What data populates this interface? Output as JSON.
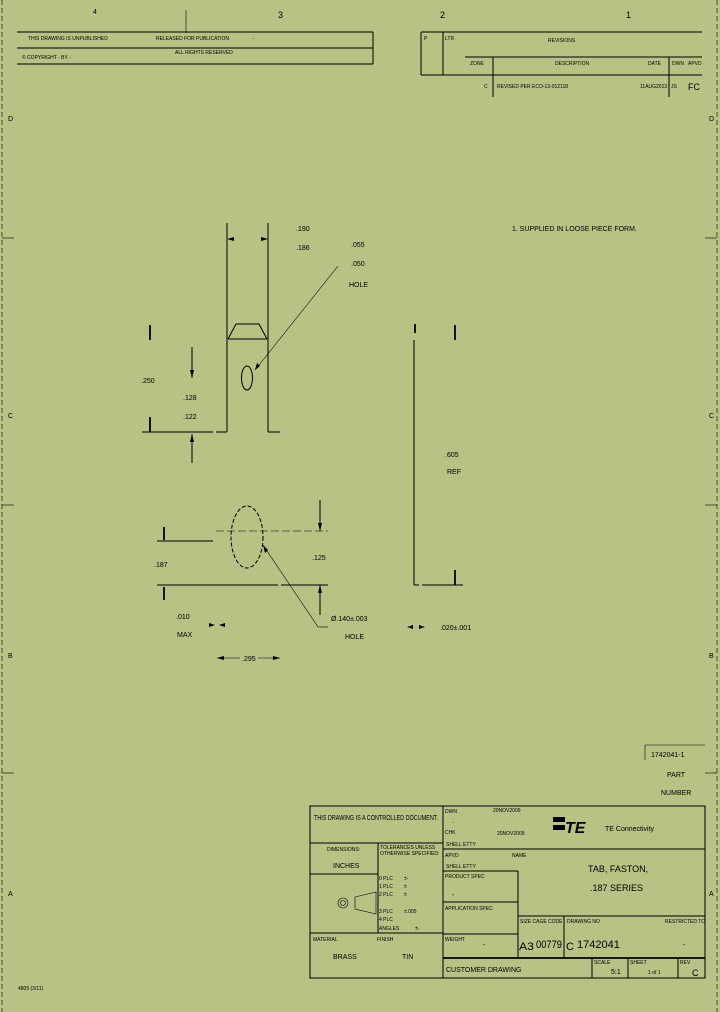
{
  "sheet": {
    "background": "#b9c185",
    "zones_top": [
      "4",
      "3",
      "2",
      "1"
    ],
    "zones_side": [
      "D",
      "C",
      "B",
      "A"
    ],
    "form_number": "4805 (3/11)"
  },
  "header": {
    "unpublished": "THIS DRAWING IS UNPUBLISHED",
    "released": "RELEASED FOR PUBLICATION",
    "released_value": "-",
    "copyright": "© COPYRIGHT  -  BY  -",
    "rights": "ALL RIGHTS RESERVED"
  },
  "revisions": {
    "title": "REVISIONS",
    "col_p": "P",
    "col_ltr": "LTR",
    "col_zone": "ZONE",
    "col_desc": "DESCRIPTION",
    "col_date": "DATE",
    "col_dwn": "DWN",
    "col_apvd": "APVD",
    "rows": [
      {
        "ltr": "C",
        "desc": "REVISED PER ECO-13-012118",
        "date": "11AUG2013",
        "dwn": "JS",
        "apvd": "FC"
      }
    ]
  },
  "drawing": {
    "note": "1. SUPPLIED IN LOOSE PIECE FORM.",
    "dims": {
      "width_max": ".190",
      "width_min": ".186",
      "hole_max": ".055",
      "hole_min": ".050",
      "hole_label": "HOLE",
      "tab_len": ".250",
      "hole_pos_max": ".128",
      "hole_pos_min": ".122",
      "overall": ".605",
      "overall_ref": "REF",
      "width_187": ".187",
      "dimple": ".125",
      "burr": ".010",
      "burr_max": "MAX",
      "dimple_dia": "Ø.140±.003",
      "dimple_label": "HOLE",
      "thickness": ".020±.001",
      "dimple_len": ".295"
    }
  },
  "part_number": {
    "value": "1742041-1",
    "label1": "PART",
    "label2": "NUMBER"
  },
  "title_block": {
    "controlled": "THIS DRAWING IS A CONTROLLED DOCUMENT.",
    "dimensions_label": "DIMENSIONS:",
    "dimensions_value": "INCHES",
    "tolerances_label": "TOLERANCES UNLESS OTHERWISE SPECIFIED:",
    "tolerances": [
      {
        "k": "0 PLC",
        "v": "±-"
      },
      {
        "k": "1 PLC",
        "v": "±"
      },
      {
        "k": "2 PLC",
        "v": "±"
      },
      {
        "k": "3 PLC",
        "v": "±.005"
      },
      {
        "k": "4 PLC",
        "v": ""
      },
      {
        "k": "ANGLES",
        "v": "±-"
      }
    ],
    "material_label": "MATERIAL",
    "material": "BRASS",
    "finish_label": "FINISH",
    "finish": "TIN",
    "dwn_label": "DWN",
    "dwn_date": "20NOV2009",
    "dwn_name": "-",
    "chk_label": "CHK",
    "chk_date": "20NOV2009",
    "chk_name": "SHELL ETTY",
    "apvd_label": "APVD",
    "apvd_name": "SHELL ETTY",
    "product_spec_label": "PRODUCT SPEC",
    "product_spec": "-",
    "application_spec_label": "APPLICATION SPEC",
    "weight_label": "WEIGHT",
    "weight": "-",
    "company": "TE Connectivity",
    "logo_text": "TE",
    "name_label": "NAME",
    "name_line1": "TAB, FASTON,",
    "name_line2": ".187 SERIES",
    "size_cage_label": "SIZE  CAGE CODE",
    "size": "A3",
    "cage": "00779",
    "dwg_label": "DRAWING NO",
    "rev_c": "C",
    "dwg_no": "1742041",
    "restricted_label": "RESTRICTED TO",
    "restricted": "-",
    "customer_drawing": "CUSTOMER DRAWING",
    "scale_label": "SCALE",
    "scale": "5:1",
    "sheet_label": "SHEET",
    "sheet": "1 of 1",
    "rev_label": "REV",
    "rev": "C"
  }
}
